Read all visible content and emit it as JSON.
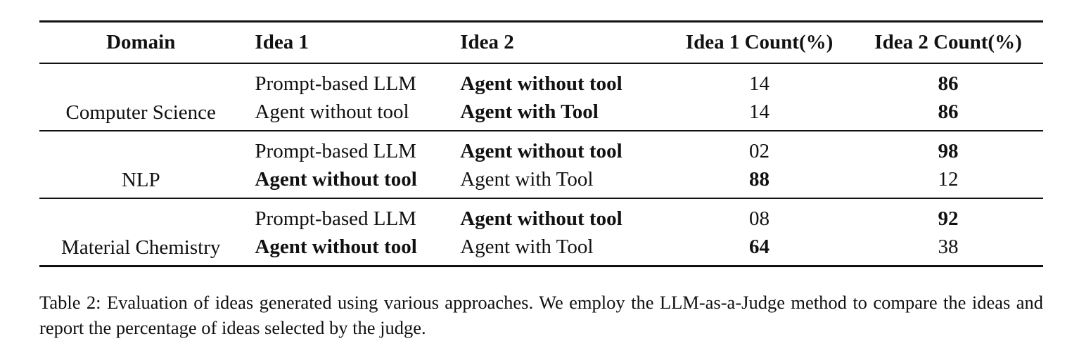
{
  "table": {
    "headers": [
      "Domain",
      "Idea 1",
      "Idea 2",
      "Idea 1 Count(%)",
      "Idea 2 Count(%)"
    ],
    "groups": [
      {
        "domain": "Computer Science",
        "rows": [
          {
            "idea1": "Prompt-based LLM",
            "idea2": "Agent without tool",
            "count1": "14",
            "count2": "86"
          },
          {
            "idea1": "Agent without tool",
            "idea2": "Agent with Tool",
            "count1": "14",
            "count2": "86"
          }
        ]
      },
      {
        "domain": "NLP",
        "rows": [
          {
            "idea1": "Prompt-based LLM",
            "idea2": "Agent without tool",
            "count1": "02",
            "count2": "98"
          },
          {
            "idea1": "Agent without tool",
            "idea2": "Agent with Tool",
            "count1": "88",
            "count2": "12"
          }
        ]
      },
      {
        "domain": "Material Chemistry",
        "rows": [
          {
            "idea1": "Prompt-based LLM",
            "idea2": "Agent without tool",
            "count1": "08",
            "count2": "92"
          },
          {
            "idea1": "Agent without tool",
            "idea2": "Agent with Tool",
            "count1": "64",
            "count2": "38"
          }
        ]
      }
    ]
  },
  "caption": "Table 2: Evaluation of ideas generated using various approaches. We employ the LLM-as-a-Judge method to compare the ideas and report the percentage of ideas selected by the judge."
}
